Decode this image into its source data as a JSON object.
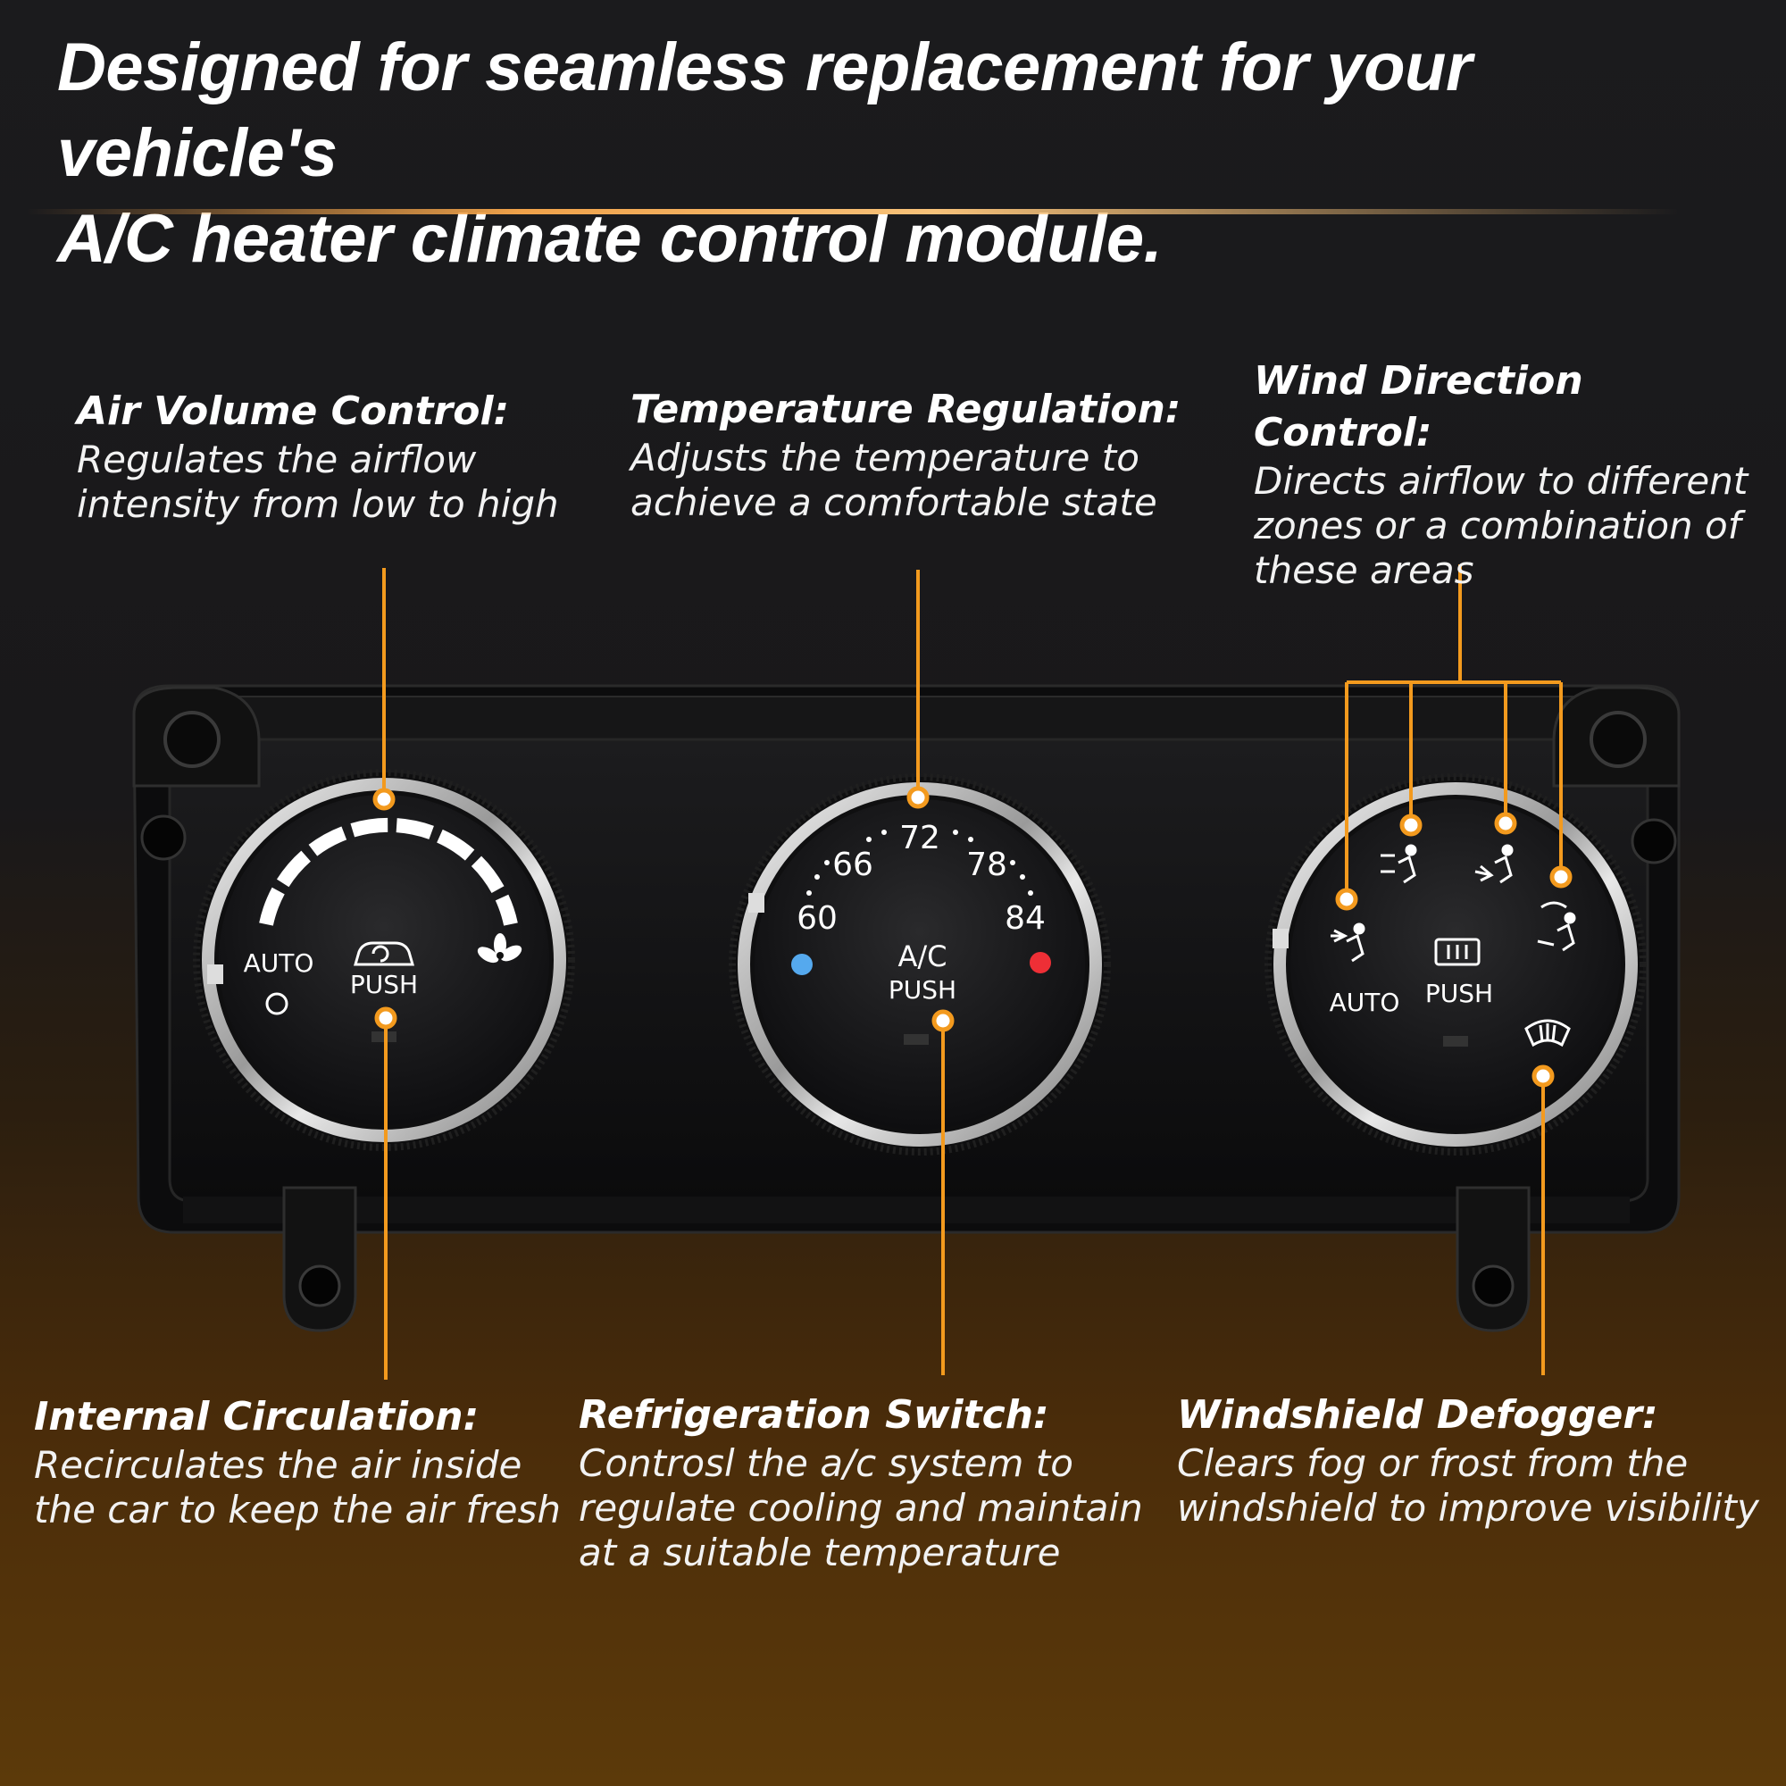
{
  "headline": {
    "line1": "Designed for seamless replacement for your vehicle's",
    "line2": "A/C heater climate control module."
  },
  "accent_color": "#f39a1e",
  "features": {
    "air_volume": {
      "title": "Air Volume Control:",
      "description": "Regulates the airflow intensity from low to high"
    },
    "temperature": {
      "title": "Temperature Regulation:",
      "description": "Adjusts the temperature to achieve a comfortable state"
    },
    "wind_direction": {
      "title": "Wind Direction Control:",
      "description": "Directs airflow to different zones or a combination of these areas"
    },
    "internal_circulation": {
      "title": "Internal Circulation:",
      "description": "Recirculates the air inside the car to keep the air fresh"
    },
    "refrigeration": {
      "title": "Refrigeration Switch:",
      "description": "Controsl the a/c system to regulate cooling and maintain at a suitable temperature"
    },
    "defogger": {
      "title": "Windshield Defogger:",
      "description": "Clears fog or frost from the windshield to improve visibility"
    }
  },
  "knobs": {
    "left": {
      "auto": "AUTO",
      "push": "PUSH"
    },
    "center": {
      "ticks": [
        "60",
        "66",
        "72",
        "78",
        "84"
      ],
      "ac": "A/C",
      "push": "PUSH"
    },
    "right": {
      "auto": "AUTO",
      "push": "PUSH"
    }
  }
}
